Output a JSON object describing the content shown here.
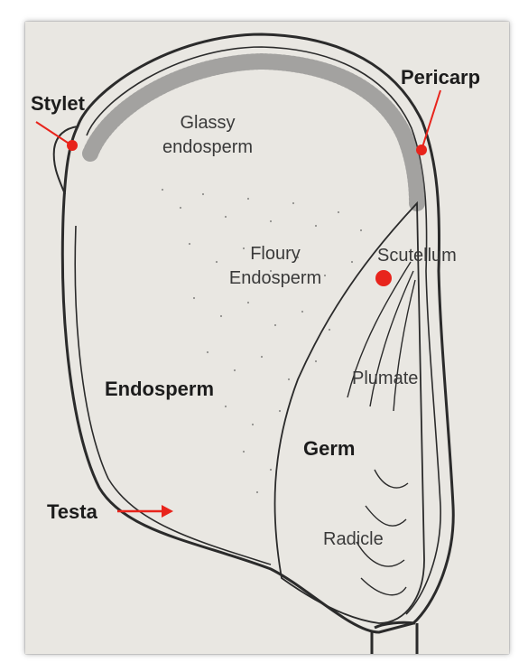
{
  "labels": {
    "stylet": "Stylet",
    "pericarp": "Pericarp",
    "glassy_line1": "Glassy",
    "glassy_line2": "endosperm",
    "floury_line1": "Floury",
    "floury_line2": "Endosperm",
    "scutellum": "Scutellum",
    "plumate": "Plumate",
    "endosperm": "Endosperm",
    "germ": "Germ",
    "testa": "Testa",
    "radicle": "Radicle"
  },
  "colors": {
    "annotation": "#e8241c",
    "ink": "#2b2b2b",
    "paper": "#e9e7e2"
  }
}
